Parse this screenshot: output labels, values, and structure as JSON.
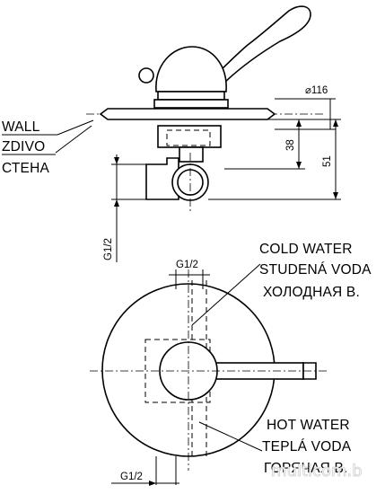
{
  "wall_label": {
    "en": "WALL",
    "cz": "ZDIVO",
    "ru": "СТЕНА"
  },
  "cold_label": {
    "en": "COLD WATER",
    "cz": "STUDENÁ VODA",
    "ru": "ХОЛОДНАЯ В."
  },
  "hot_label": {
    "en": "HOT WATER",
    "cz": "TEPLÁ VODA",
    "ru": "ГОРЯЧАЯ В."
  },
  "dimensions": {
    "diameter": "⌀116",
    "height_short": "38",
    "height_long": "51",
    "thread_side": "G1/2",
    "thread_top": "G1/2",
    "thread_bottom": "G1/2"
  },
  "watermark": "multicom.b"
}
